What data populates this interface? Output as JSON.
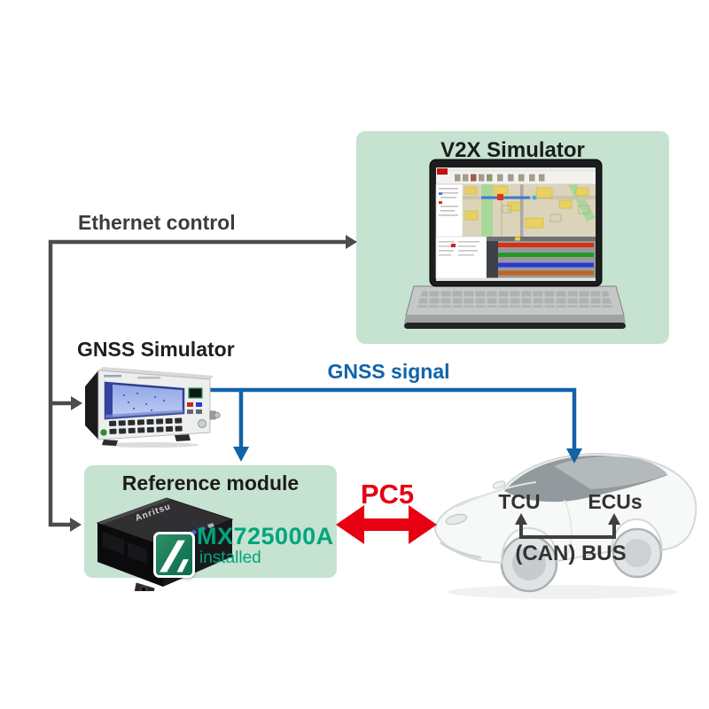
{
  "colors": {
    "box-green": "#c6e2d1",
    "line-gray": "#4c4c4c",
    "signal-blue": "#1263a8",
    "accent-red": "#e60012",
    "brand-green": "#00a57d",
    "text-dark": "#2a2a2a"
  },
  "v2x": {
    "title": "V2X Simulator"
  },
  "connections": {
    "ethernet": "Ethernet control",
    "gnss_signal": "GNSS signal",
    "pc5": "PC5",
    "can_bus": "(CAN) BUS"
  },
  "gnss": {
    "label": "GNSS Simulator"
  },
  "reference": {
    "title": "Reference module",
    "model": "MX725000A",
    "status": "installed",
    "device_marking": "Anritsu"
  },
  "car": {
    "tcu": "TCU",
    "ecus": "ECUs"
  }
}
